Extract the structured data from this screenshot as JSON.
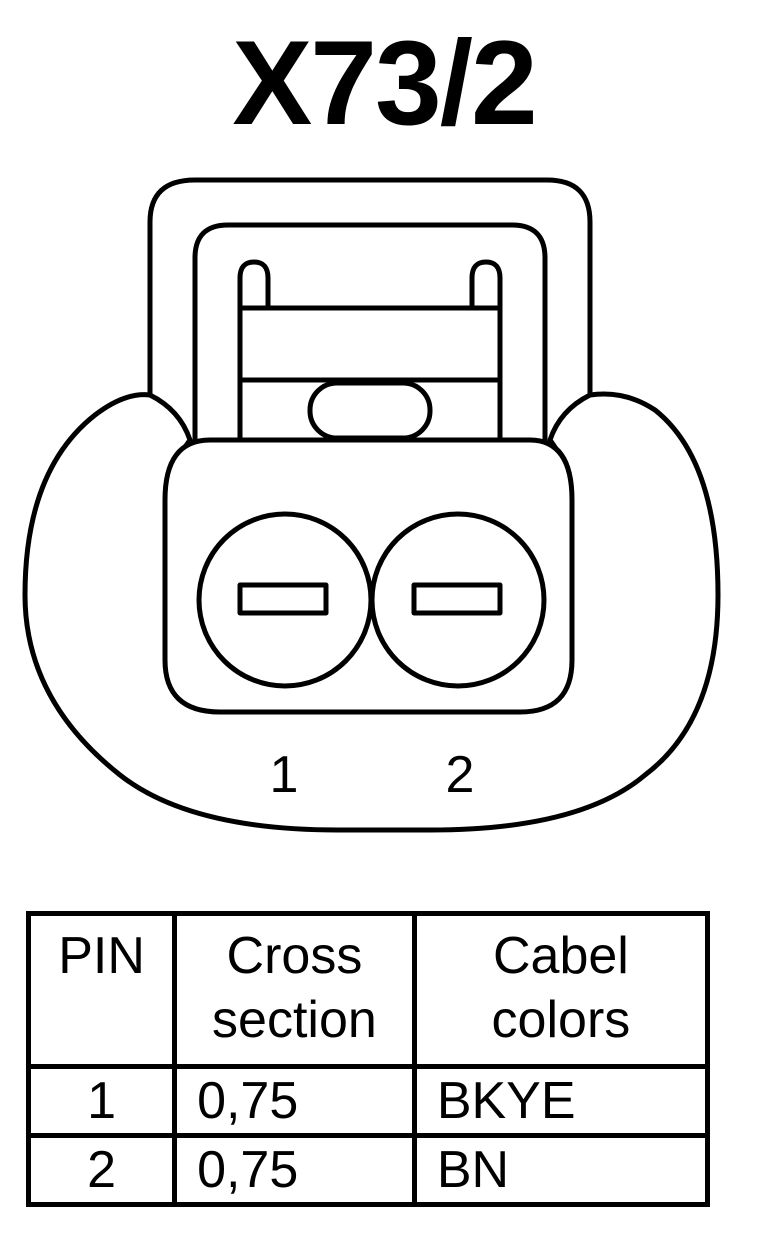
{
  "title": "X73/2",
  "connector": {
    "pin_labels": [
      "1",
      "2"
    ]
  },
  "table": {
    "headers": {
      "pin": "PIN",
      "cross_section": [
        "Cross",
        "section"
      ],
      "cable_colors": [
        "Cabel",
        "colors"
      ]
    },
    "rows": [
      {
        "pin": "1",
        "cross_section": "0,75",
        "color": "BKYE"
      },
      {
        "pin": "2",
        "cross_section": "0,75",
        "color": "BN"
      }
    ]
  }
}
